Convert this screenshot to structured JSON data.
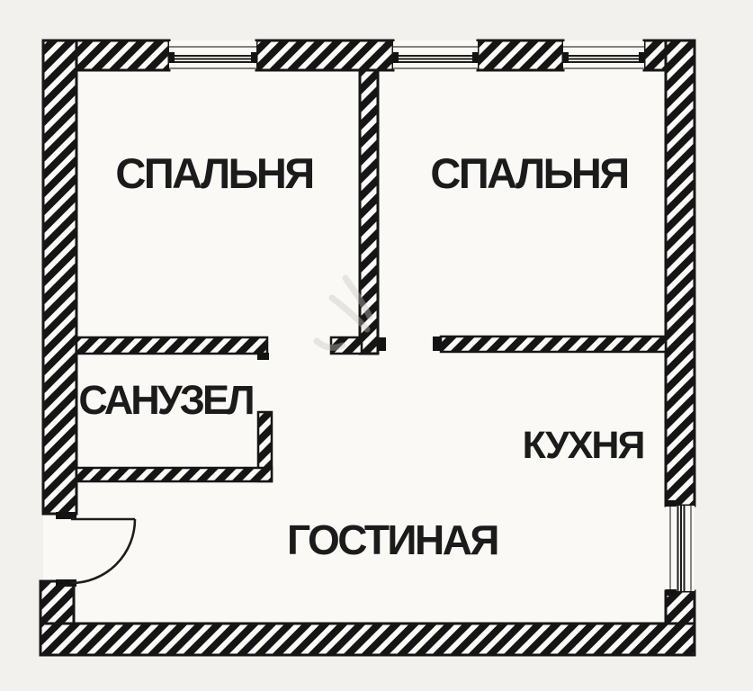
{
  "plan": {
    "type": "apartment-floor-plan",
    "rooms": [
      {
        "id": "bedroom-left",
        "label": "СПАЛЬНЯ"
      },
      {
        "id": "bedroom-right",
        "label": "СПАЛЬНЯ"
      },
      {
        "id": "bathroom",
        "label": "САНУЗЕЛ"
      },
      {
        "id": "kitchen",
        "label": "КУХНЯ"
      },
      {
        "id": "living-room",
        "label": "ГОСТИНАЯ"
      }
    ],
    "symbols": {
      "window_icon": "parallel-line window symbol",
      "door_icon": "quarter-circle door swing"
    },
    "colors": {
      "wall": "#161616",
      "background": "#f2f1ee",
      "floor": "#faf9f6",
      "text": "#1b1b1b"
    }
  }
}
